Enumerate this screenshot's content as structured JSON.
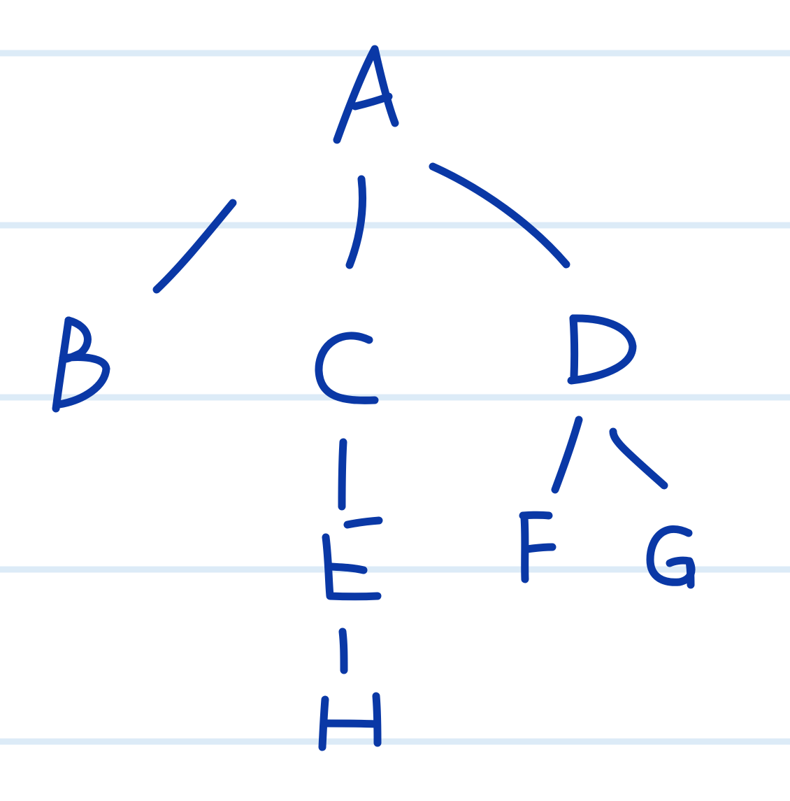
{
  "diagram": {
    "type": "tree",
    "nodes": [
      {
        "id": "A",
        "label": "A"
      },
      {
        "id": "B",
        "label": "B"
      },
      {
        "id": "C",
        "label": "C"
      },
      {
        "id": "D",
        "label": "D"
      },
      {
        "id": "E",
        "label": "E"
      },
      {
        "id": "F",
        "label": "F"
      },
      {
        "id": "G",
        "label": "G"
      },
      {
        "id": "H",
        "label": "H"
      }
    ],
    "edges": [
      {
        "from": "A",
        "to": "B"
      },
      {
        "from": "A",
        "to": "C"
      },
      {
        "from": "A",
        "to": "D"
      },
      {
        "from": "C",
        "to": "E"
      },
      {
        "from": "E",
        "to": "H"
      },
      {
        "from": "D",
        "to": "F"
      },
      {
        "from": "D",
        "to": "G"
      }
    ]
  },
  "style": {
    "ink_color": "#0a38a6",
    "ruled_line_color": "#dcebf7",
    "paper_color": "#ffffff"
  }
}
